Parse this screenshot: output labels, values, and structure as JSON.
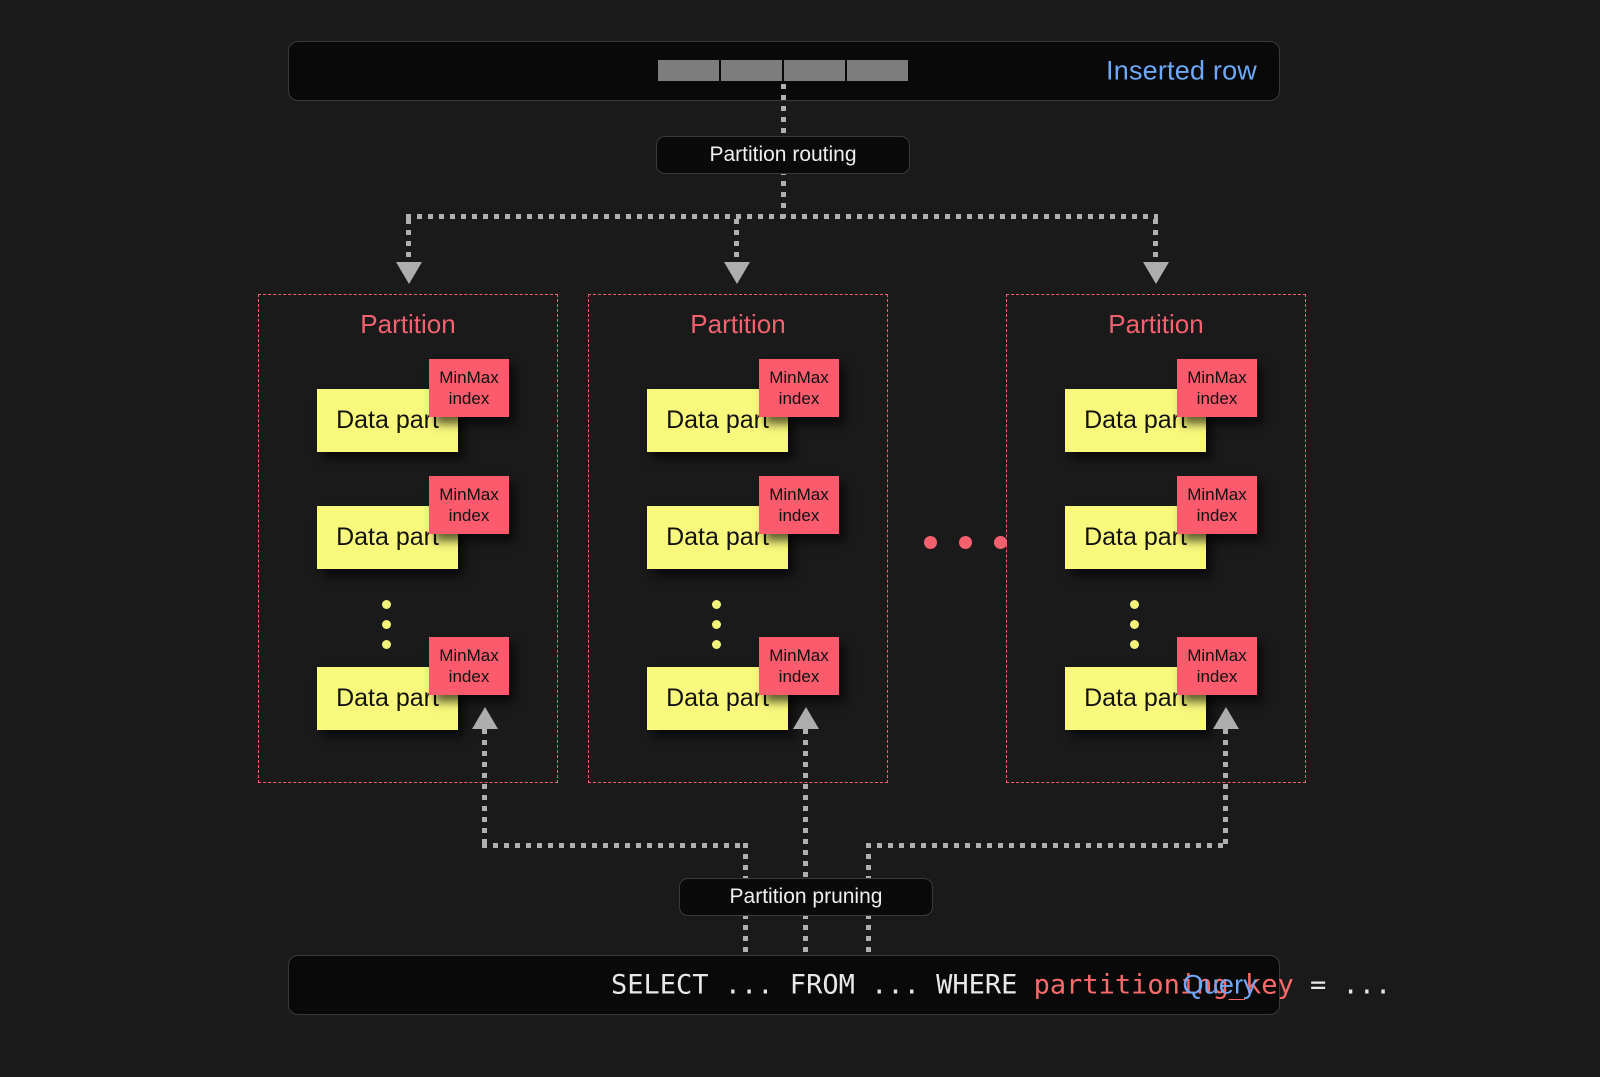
{
  "top": {
    "label": "Inserted row",
    "label_color": "#6ea8f8",
    "cells": [
      "",
      "",
      "",
      ""
    ]
  },
  "routing": {
    "label": "Partition routing"
  },
  "pruning": {
    "label": "Partition pruning"
  },
  "partitions": [
    {
      "title": "Partition",
      "parts": [
        {
          "data_label": "Data part",
          "index_line1": "MinMax",
          "index_line2": "index"
        },
        {
          "data_label": "Data part",
          "index_line1": "MinMax",
          "index_line2": "index"
        },
        {
          "data_label": "Data part",
          "index_line1": "MinMax",
          "index_line2": "index"
        }
      ]
    },
    {
      "title": "Partition",
      "parts": [
        {
          "data_label": "Data part",
          "index_line1": "MinMax",
          "index_line2": "index"
        },
        {
          "data_label": "Data part",
          "index_line1": "MinMax",
          "index_line2": "index"
        },
        {
          "data_label": "Data part",
          "index_line1": "MinMax",
          "index_line2": "index"
        }
      ]
    },
    {
      "title": "Partition",
      "parts": [
        {
          "data_label": "Data part",
          "index_line1": "MinMax",
          "index_line2": "index"
        },
        {
          "data_label": "Data part",
          "index_line1": "MinMax",
          "index_line2": "index"
        },
        {
          "data_label": "Data part",
          "index_line1": "MinMax",
          "index_line2": "index"
        }
      ]
    }
  ],
  "ellipsis_between_partitions": 3,
  "bottom": {
    "label": "Query",
    "label_color": "#6ea8f8",
    "query_prefix": "SELECT ... FROM ... WHERE ",
    "query_keyword": "partitioning_key",
    "query_suffix": " = ..."
  },
  "colors": {
    "background": "#1a1a1a",
    "panel": "#090909",
    "accent_red": "#fb5b6c",
    "partition_border": "#f06070",
    "partition_title": "#f5616f",
    "data_part_yellow": "#f8f87d",
    "connector_gray": "#b0b0b0",
    "blue_label": "#6ea8f8",
    "query_keyword": "#fa6a6a"
  }
}
